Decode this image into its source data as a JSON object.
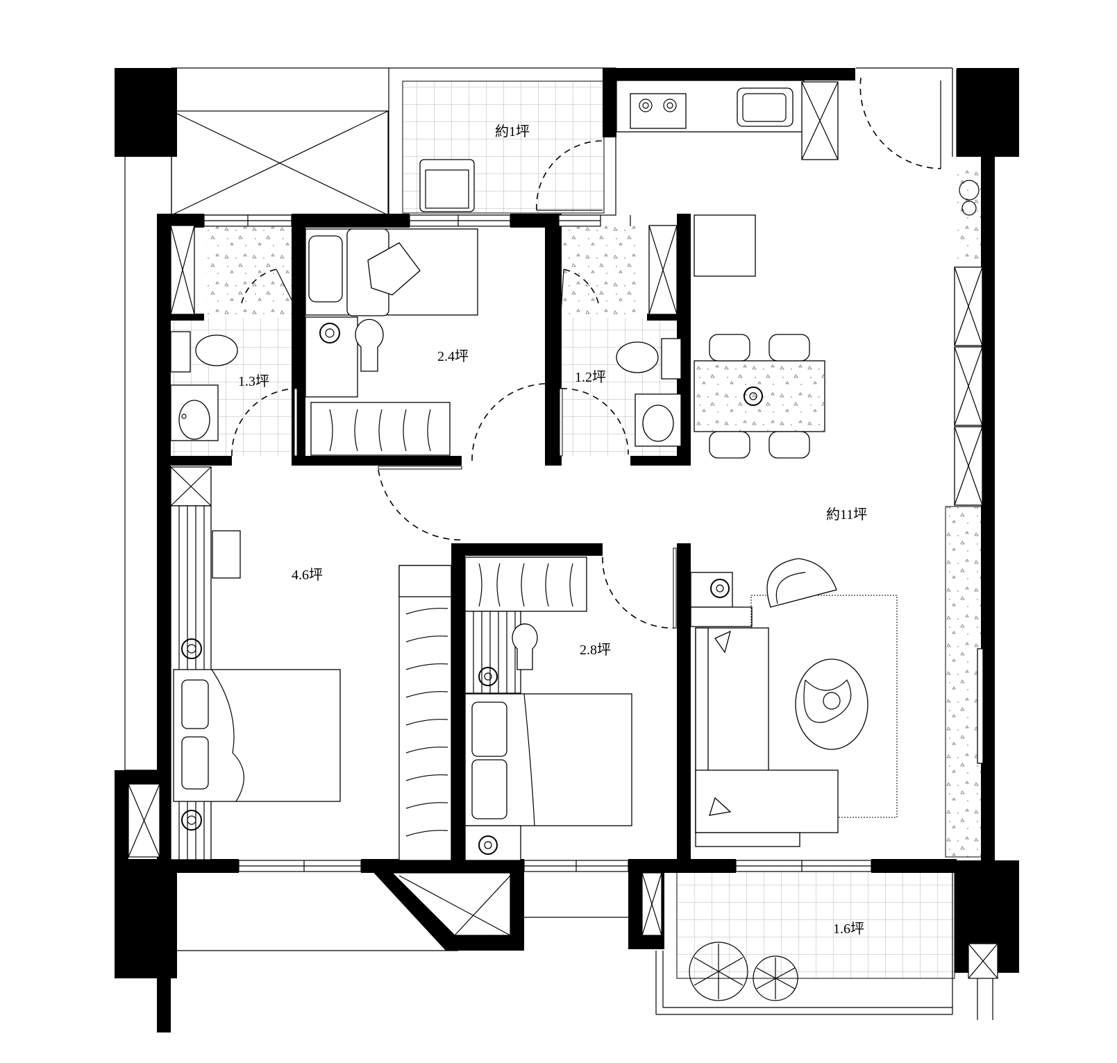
{
  "rooms": [
    {
      "id": "service-balcony",
      "label": "約1坪"
    },
    {
      "id": "bathroom-west",
      "label": "1.3坪"
    },
    {
      "id": "bedroom-north",
      "label": "2.4坪"
    },
    {
      "id": "bathroom-east",
      "label": "1.2坪"
    },
    {
      "id": "living-dining",
      "label": "約11坪"
    },
    {
      "id": "master-bedroom",
      "label": "4.6坪"
    },
    {
      "id": "bedroom-middle",
      "label": "2.8坪"
    },
    {
      "id": "balcony-south",
      "label": "1.6坪"
    }
  ],
  "colors": {
    "wall": "#000000",
    "line": "#000000",
    "tile": "#9a9a9a",
    "background": "#ffffff"
  }
}
